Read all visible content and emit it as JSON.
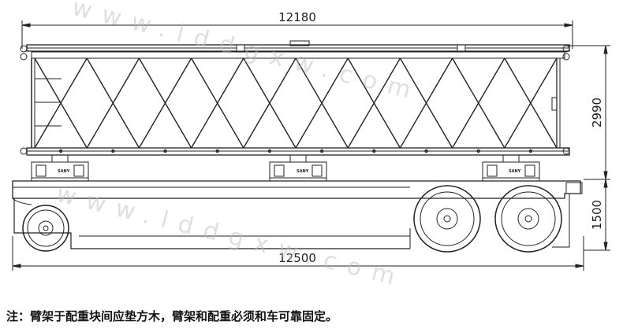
{
  "dimensions": {
    "overall_truss_length": "12180",
    "overall_vehicle_length": "12500",
    "total_height": "2990",
    "trailer_height": "1500"
  },
  "watermark": {
    "upper": "www.lddgxw.com",
    "lower": "www.lddgxw.com"
  },
  "badge_label": "SANY",
  "note": "注：臂架于配重块间应垫方木，臂架和配重必须和车可靠固定。"
}
